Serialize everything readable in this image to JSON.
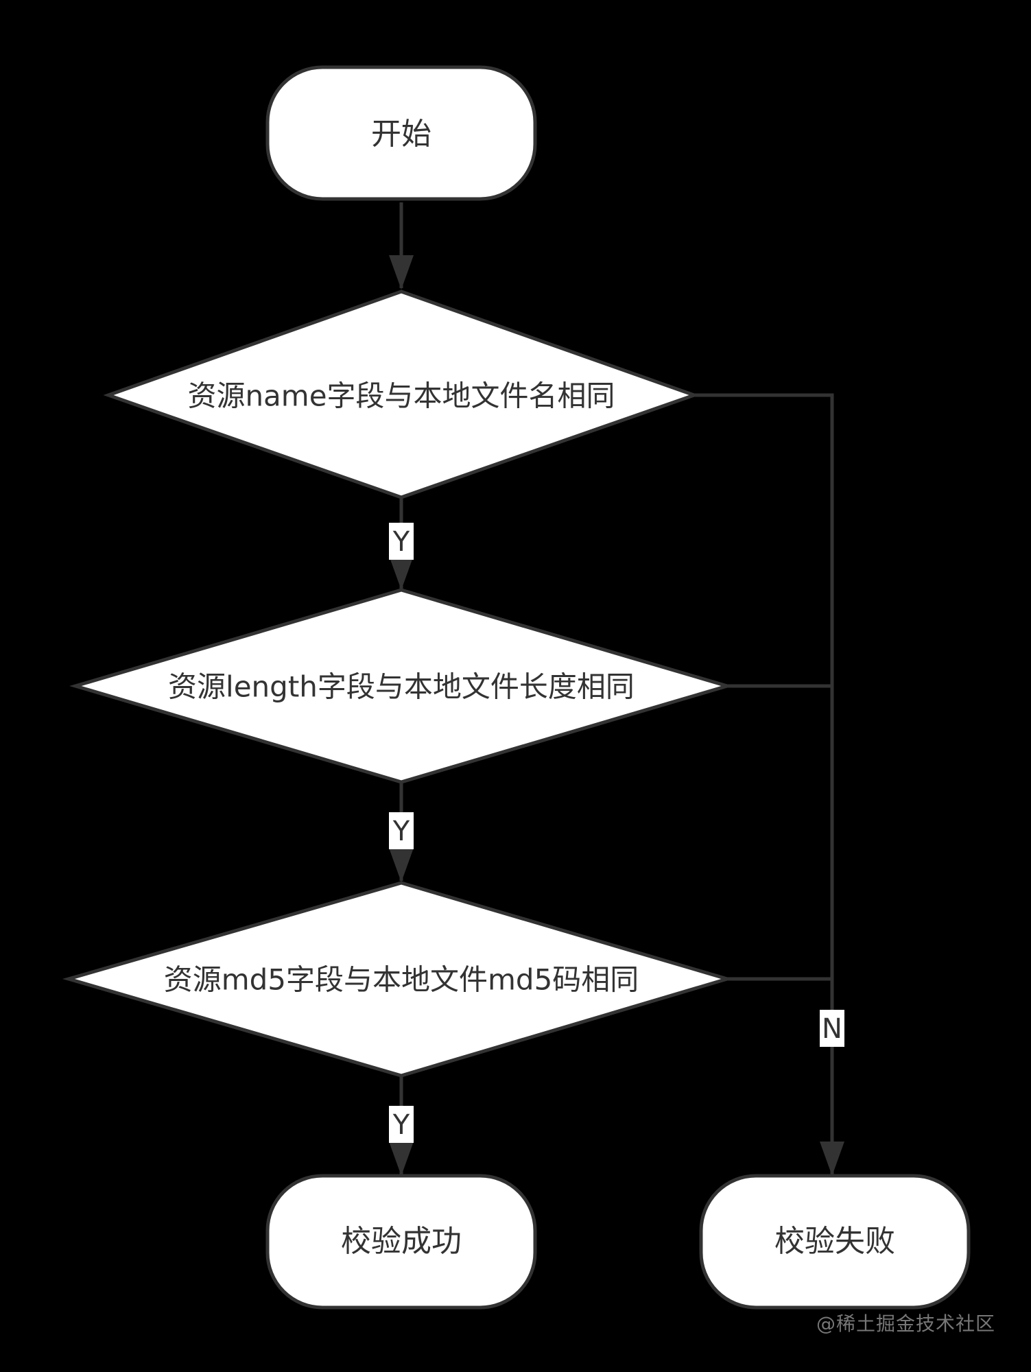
{
  "colors": {
    "background": "#000000",
    "node_fill": "#ffffff",
    "line": "#333333",
    "text": "#333333",
    "watermark": "#777777"
  },
  "nodes": {
    "start": "开始",
    "check_name": "资源name字段与本地文件名相同",
    "check_length": "资源length字段与本地文件长度相同",
    "check_md5": "资源md5字段与本地文件md5码相同",
    "success": "校验成功",
    "failure": "校验失败"
  },
  "edge_labels": {
    "yes_1": "Y",
    "yes_2": "Y",
    "yes_3": "Y",
    "no": "N"
  },
  "watermark": "@稀土掘金技术社区"
}
